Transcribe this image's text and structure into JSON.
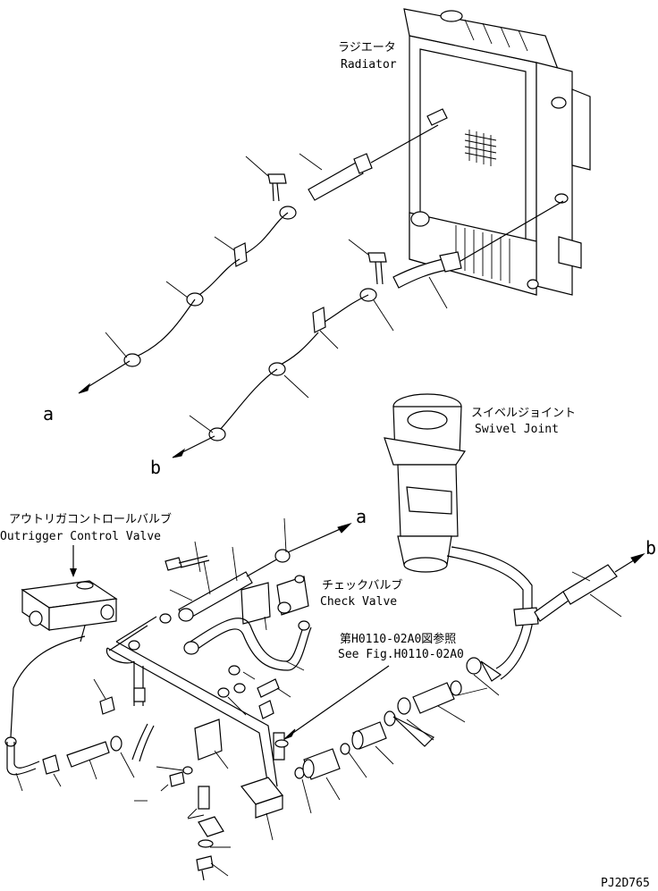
{
  "labels": {
    "radiator_jp": "ラジエータ",
    "radiator_en": "Radiator",
    "swivel_jp": "スイベルジョイント",
    "swivel_en": "Swivel Joint",
    "outrigger_jp": "アウトリガコントロールバルブ",
    "outrigger_en": "Outrigger Control Valve",
    "check_jp": "チェックバルブ",
    "check_en": "Check Valve",
    "ref_jp": "第H0110-02A0図参照",
    "ref_en": "See Fig.H0110-02A0",
    "marker_a": "a",
    "marker_b": "b",
    "drawing_no": "PJ2D765"
  }
}
